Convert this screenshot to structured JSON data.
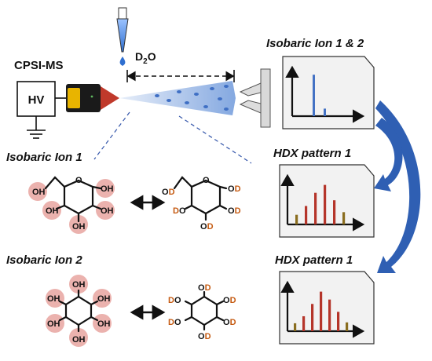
{
  "apparatus": {
    "method_label": "CPSI-MS",
    "hv_label": "HV",
    "reagent_main": "D",
    "reagent_sub": "2",
    "reagent_tail": "O"
  },
  "panels": [
    {
      "title": "Isobaric Ion 1 & 2",
      "bars": [
        0.88,
        0.16
      ],
      "color": "#4472c4"
    },
    {
      "title": "HDX pattern 1",
      "bars": [
        0.22,
        0.42,
        0.72,
        0.9,
        0.55,
        0.28
      ],
      "color": "#b5352a",
      "alt": "#8a6d1f"
    },
    {
      "title": "HDX pattern 1",
      "bars": [
        0.18,
        0.34,
        0.62,
        0.9,
        0.72,
        0.44,
        0.2
      ],
      "color": "#b5352a",
      "alt": "#8a6d1f"
    }
  ],
  "molecules": [
    {
      "title": "Isobaric Ion 1",
      "group_label": "OH",
      "exchanged_label": "D"
    },
    {
      "title": "Isobaric Ion 2",
      "group_label": "OH",
      "exchanged_label": "D"
    }
  ],
  "colors": {
    "spray": "#5b8bd6",
    "arrow": "#2f5fb3",
    "halo": "#e8a4a0",
    "deuterium": "#c55a11",
    "emitter_tip": "#c0392b",
    "emitter_band": "#e8b400"
  }
}
